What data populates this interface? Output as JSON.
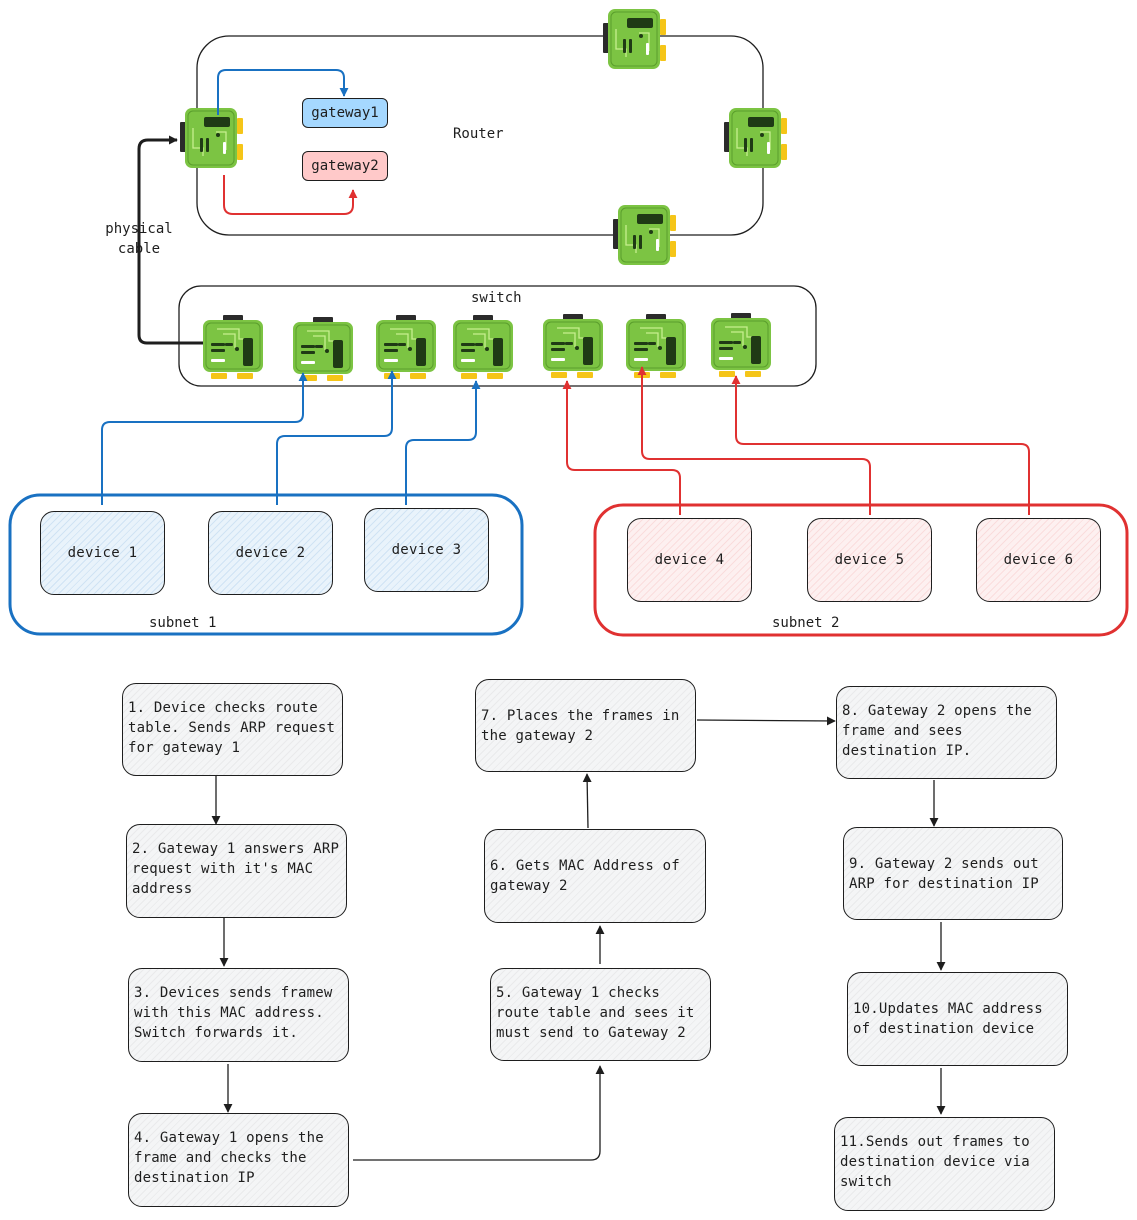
{
  "router": {
    "label": "Router"
  },
  "gateways": [
    {
      "label": "gateway1",
      "fill": "#a5d8ff"
    },
    {
      "label": "gateway2",
      "fill": "#ffc9c9"
    }
  ],
  "cable": {
    "label": "physical\ncable"
  },
  "switch": {
    "label": "switch"
  },
  "subnets": [
    {
      "label": "subnet 1",
      "color": "#1971c2",
      "devices": [
        "device 1",
        "device 2",
        "device 3"
      ]
    },
    {
      "label": "subnet 2",
      "color": "#e03131",
      "devices": [
        "device 4",
        "device 5",
        "device 6"
      ]
    }
  ],
  "steps": [
    "1. Device checks route table. Sends ARP request for gateway 1",
    "2. Gateway 1 answers ARP request with it's MAC address",
    "3. Devices sends framew with this MAC address. Switch forwards it.",
    "4. Gateway 1 opens the frame and checks the destination IP",
    "5. Gateway 1 checks route table and sees it must send to Gateway 2",
    "6. Gets MAC Address of gateway 2",
    "7. Places the frames in the gateway 2",
    "8. Gateway 2 opens the frame and sees destination IP.",
    "9. Gateway 2 sends out ARP for destination IP",
    "10.Updates MAC address of destination device",
    "11.Sends out frames to destination device via switch"
  ],
  "colors": {
    "blue": "#1971c2",
    "red": "#e03131",
    "stroke": "#1e1e1e",
    "chip": "#7cc443",
    "chip_dark": "#1f3a15",
    "pin": "#f5c518"
  },
  "icons": {
    "port": "network-card-icon"
  }
}
